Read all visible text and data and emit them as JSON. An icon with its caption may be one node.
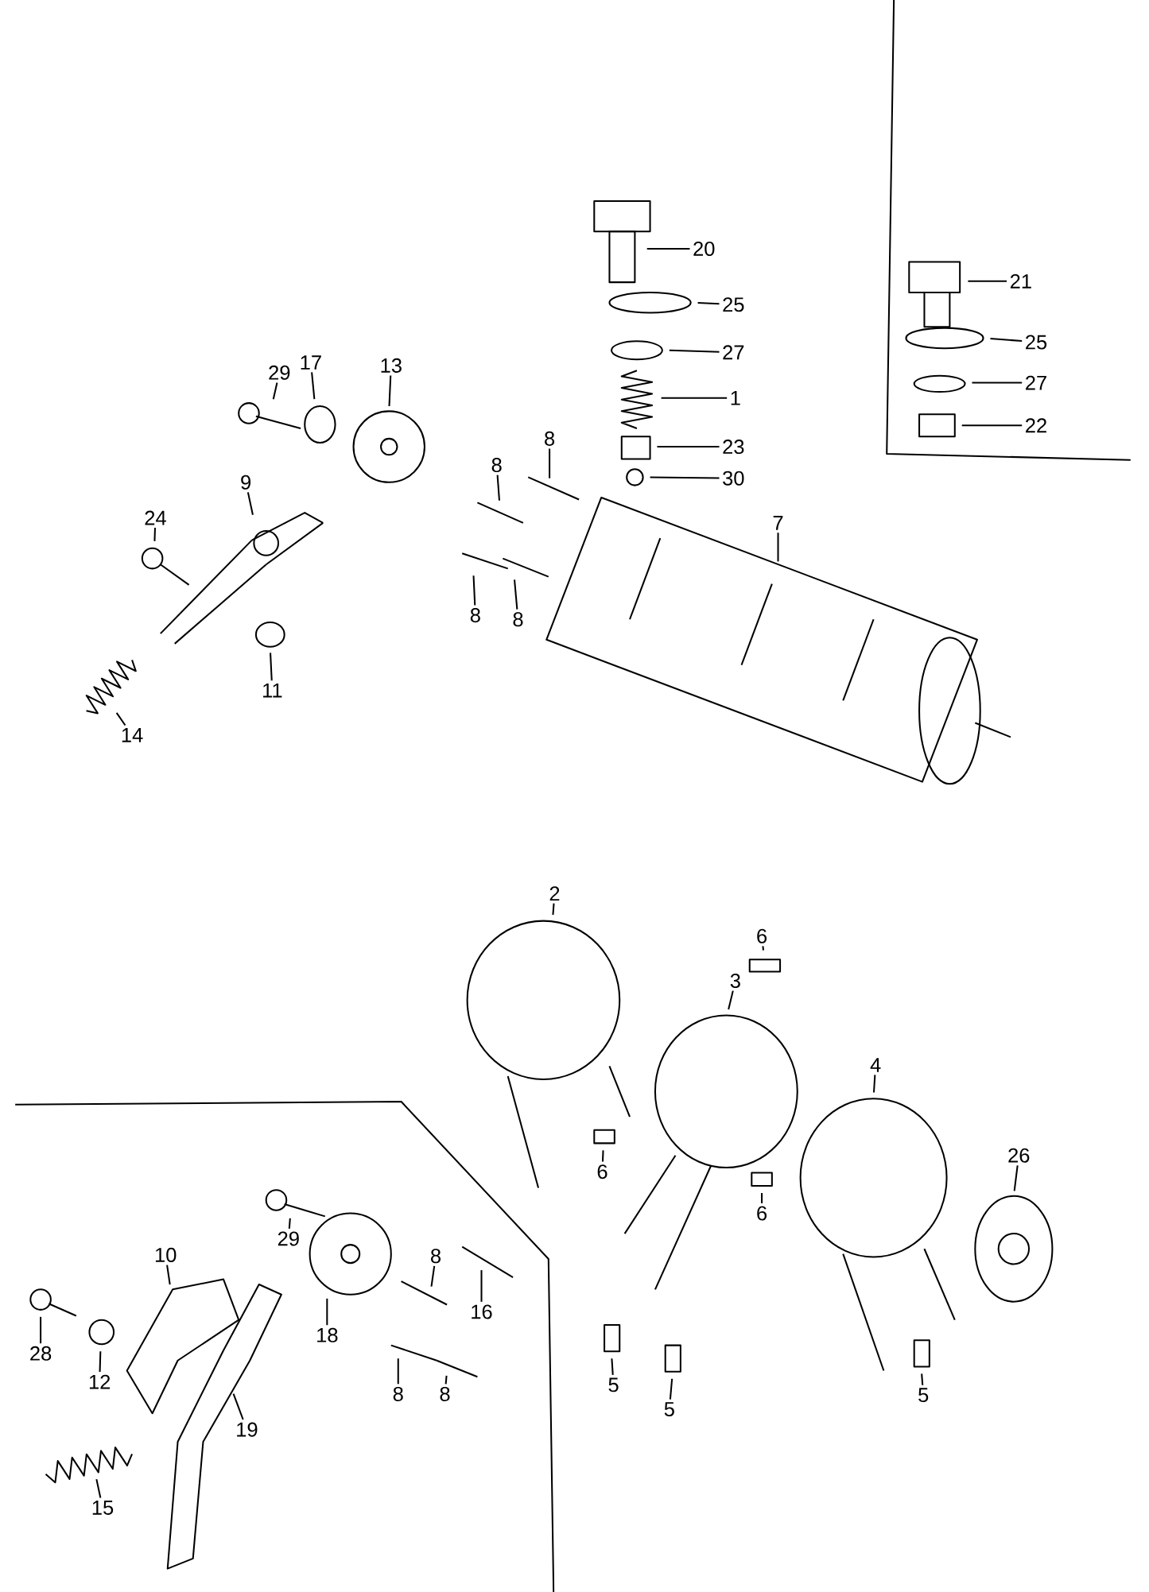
{
  "diagram": {
    "nodes": [
      {
        "text": [
          "20"
        ]
      },
      {
        "text": [
          "21"
        ]
      },
      {
        "text": [
          "25"
        ]
      },
      {
        "text": [
          "25"
        ]
      },
      {
        "text": [
          "17"
        ]
      },
      {
        "text": [
          "13"
        ]
      },
      {
        "text": [
          "29"
        ]
      },
      {
        "text": [
          "27"
        ]
      },
      {
        "text": [
          "27"
        ]
      },
      {
        "text": [
          "1"
        ]
      },
      {
        "text": [
          "22"
        ]
      },
      {
        "text": [
          "8"
        ]
      },
      {
        "text": [
          "23"
        ]
      },
      {
        "text": [
          "8"
        ]
      },
      {
        "text": [
          "30"
        ]
      },
      {
        "text": [
          "9"
        ]
      },
      {
        "text": [
          "24"
        ]
      },
      {
        "text": [
          "7"
        ]
      },
      {
        "text": [
          "8"
        ]
      },
      {
        "text": [
          "8"
        ]
      },
      {
        "text": [
          "11"
        ]
      },
      {
        "text": [
          "14"
        ]
      },
      {
        "text": [
          "2"
        ]
      },
      {
        "text": [
          "6"
        ]
      },
      {
        "text": [
          "3"
        ]
      },
      {
        "text": [
          "4"
        ]
      },
      {
        "text": [
          "26"
        ]
      },
      {
        "text": [
          "6"
        ]
      },
      {
        "text": [
          "6"
        ]
      },
      {
        "text": [
          "29"
        ]
      },
      {
        "text": [
          "10"
        ]
      },
      {
        "text": [
          "8"
        ]
      },
      {
        "text": [
          "16"
        ]
      },
      {
        "text": [
          "18"
        ]
      },
      {
        "text": [
          "28"
        ]
      },
      {
        "text": [
          "12"
        ]
      },
      {
        "text": [
          "8"
        ]
      },
      {
        "text": [
          "8"
        ]
      },
      {
        "text": [
          "5"
        ]
      },
      {
        "text": [
          "5"
        ]
      },
      {
        "text": [
          "5"
        ]
      },
      {
        "text": [
          "19"
        ]
      },
      {
        "text": [
          "15"
        ]
      }
    ],
    "edges": [
      {
        "from": 0,
        "to": null,
        "arrow": "none"
      },
      {
        "from": 1,
        "to": null,
        "arrow": "none"
      },
      {
        "from": 2,
        "to": null,
        "arrow": "none"
      },
      {
        "from": 3,
        "to": null,
        "arrow": "none"
      },
      {
        "from": 4,
        "to": null,
        "arrow": "none"
      },
      {
        "from": 5,
        "to": null,
        "arrow": "none"
      },
      {
        "from": 6,
        "to": null,
        "arrow": "none"
      },
      {
        "from": 7,
        "to": null,
        "arrow": "none"
      },
      {
        "from": 8,
        "to": null,
        "arrow": "none"
      },
      {
        "from": 9,
        "to": null,
        "arrow": "none"
      },
      {
        "from": 10,
        "to": null,
        "arrow": "none"
      },
      {
        "from": 11,
        "to": null,
        "arrow": "none"
      },
      {
        "from": 12,
        "to": null,
        "arrow": "none"
      },
      {
        "from": 13,
        "to": null,
        "arrow": "none"
      },
      {
        "from": 14,
        "to": null,
        "arrow": "none"
      },
      {
        "from": 15,
        "to": null,
        "arrow": "none"
      },
      {
        "from": 16,
        "to": null,
        "arrow": "none"
      },
      {
        "from": 17,
        "to": null,
        "arrow": "none"
      },
      {
        "from": 18,
        "to": null,
        "arrow": "none"
      },
      {
        "from": 19,
        "to": null,
        "arrow": "none"
      },
      {
        "from": 20,
        "to": null,
        "arrow": "none"
      },
      {
        "from": 21,
        "to": null,
        "arrow": "none"
      },
      {
        "from": 22,
        "to": null,
        "arrow": "none"
      },
      {
        "from": 23,
        "to": null,
        "arrow": "none"
      },
      {
        "from": 24,
        "to": null,
        "arrow": "none"
      },
      {
        "from": 25,
        "to": null,
        "arrow": "none"
      },
      {
        "from": 26,
        "to": null,
        "arrow": "none"
      },
      {
        "from": 27,
        "to": null,
        "arrow": "none"
      },
      {
        "from": 28,
        "to": null,
        "arrow": "none"
      },
      {
        "from": 29,
        "to": null,
        "arrow": "none"
      },
      {
        "from": 30,
        "to": null,
        "arrow": "none"
      },
      {
        "from": 31,
        "to": null,
        "arrow": "none"
      },
      {
        "from": 32,
        "to": null,
        "arrow": "none"
      },
      {
        "from": 33,
        "to": null,
        "arrow": "none"
      },
      {
        "from": 34,
        "to": null,
        "arrow": "none"
      },
      {
        "from": 35,
        "to": null,
        "arrow": "none"
      },
      {
        "from": 36,
        "to": null,
        "arrow": "none"
      },
      {
        "from": 37,
        "to": null,
        "arrow": "none"
      },
      {
        "from": 38,
        "to": null,
        "arrow": "none"
      },
      {
        "from": 39,
        "to": null,
        "arrow": "none"
      },
      {
        "from": 40,
        "to": null,
        "arrow": "none"
      },
      {
        "from": 41,
        "to": null,
        "arrow": "none"
      },
      {
        "from": 42,
        "to": null,
        "arrow": "none"
      }
    ]
  }
}
